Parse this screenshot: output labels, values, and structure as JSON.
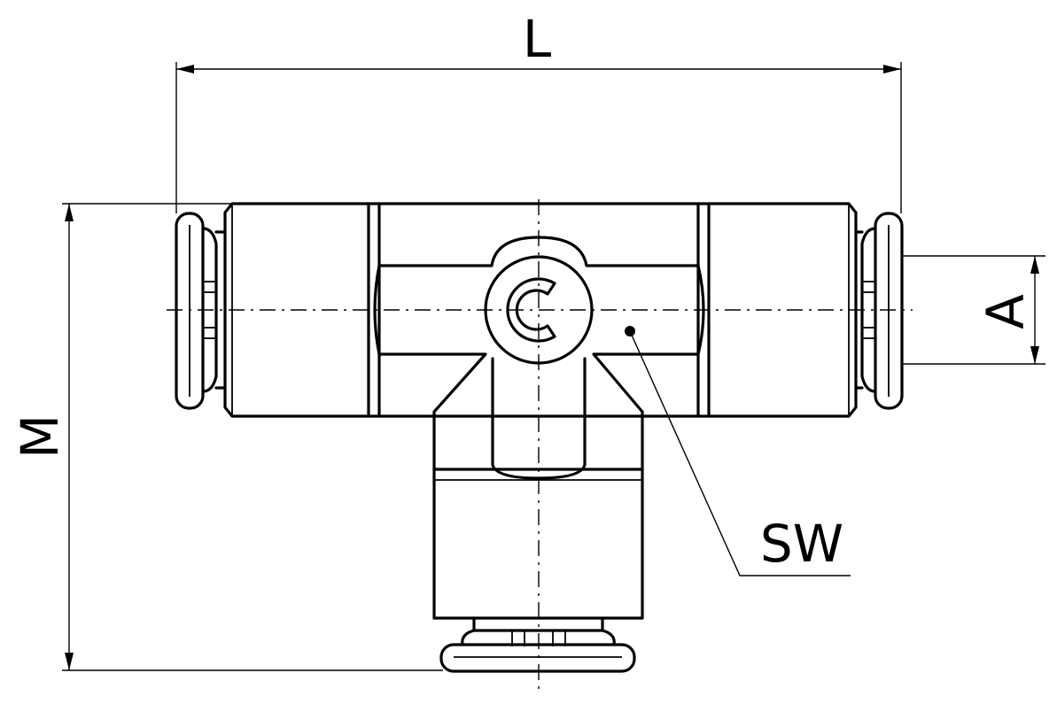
{
  "drawing": {
    "dimensions": {
      "length": "L",
      "height": "M",
      "tube_diameter": "A",
      "wrench_size": "SW"
    }
  }
}
